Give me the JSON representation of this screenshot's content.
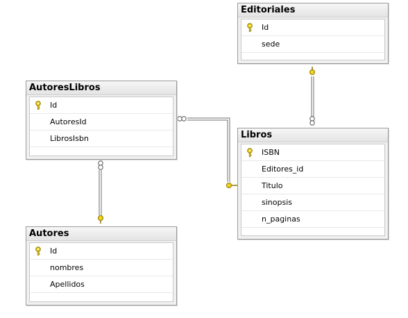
{
  "tables": {
    "editoriales": {
      "title": "Editoriales",
      "columns": [
        {
          "name": "Id",
          "pk": true
        },
        {
          "name": "sede",
          "pk": false
        }
      ]
    },
    "autoreslibros": {
      "title": "AutoresLibros",
      "columns": [
        {
          "name": "Id",
          "pk": true
        },
        {
          "name": "AutoresId",
          "pk": false
        },
        {
          "name": "LibrosIsbn",
          "pk": false
        }
      ]
    },
    "libros": {
      "title": "Libros",
      "columns": [
        {
          "name": "ISBN",
          "pk": true
        },
        {
          "name": "Editores_id",
          "pk": false
        },
        {
          "name": "Titulo",
          "pk": false
        },
        {
          "name": "sinopsis",
          "pk": false
        },
        {
          "name": "n_paginas",
          "pk": false
        }
      ]
    },
    "autores": {
      "title": "Autores",
      "columns": [
        {
          "name": "Id",
          "pk": true
        },
        {
          "name": "nombres",
          "pk": false
        },
        {
          "name": "Apellidos",
          "pk": false
        }
      ]
    }
  },
  "relationships": [
    {
      "from": "autoreslibros",
      "to": "libros",
      "many_end": "autoreslibros",
      "one_end": "libros"
    },
    {
      "from": "autoreslibros",
      "to": "autores",
      "many_end": "autoreslibros",
      "one_end": "autores"
    },
    {
      "from": "libros",
      "to": "editoriales",
      "many_end": "libros",
      "one_end": "editoriales"
    }
  ],
  "colors": {
    "key": "#f2d21b",
    "key_outline": "#8a7300",
    "line": "#6e6e6e",
    "border": "#9a9a9a"
  }
}
